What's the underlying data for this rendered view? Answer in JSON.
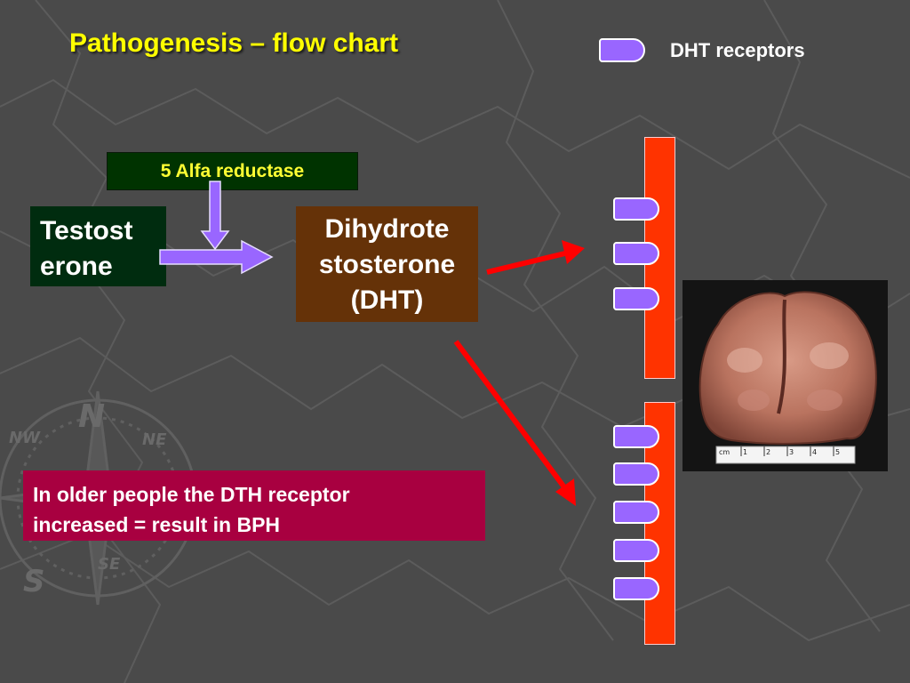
{
  "title": "Pathogenesis – flow chart",
  "legend": {
    "label": "DHT receptors",
    "icon": "receptor-icon",
    "color": "#9966ff"
  },
  "enzyme": {
    "label": "5 Alfa reductase"
  },
  "testosterone": {
    "line1": "Testost",
    "line2": "erone"
  },
  "dht": {
    "line1": "Dihydrote",
    "line2": "stosterone",
    "line3": "(DHT)"
  },
  "note": {
    "line1": "In older people the DTH receptor",
    "line2": "increased = result in BPH"
  },
  "photo": {
    "description_icon": "prostate-specimen-photo",
    "ruler_marks": [
      "cm",
      "1",
      "2",
      "3",
      "4",
      "5"
    ]
  },
  "colors": {
    "title": "#ffff00",
    "membrane": "#ff3300",
    "receptor": "#9966ff",
    "arrow_red": "#ff0000",
    "arrow_purple": "#9966ff"
  }
}
